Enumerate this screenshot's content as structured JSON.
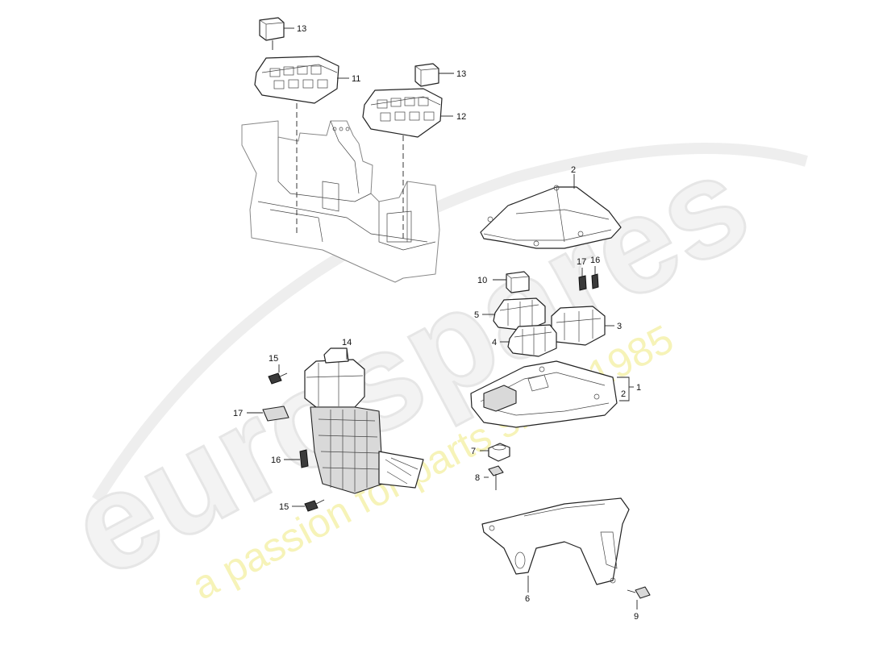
{
  "watermark": {
    "logo_text": "eurospares",
    "tagline": "a passion for parts since 1985"
  },
  "callouts": [
    "13",
    "11",
    "13",
    "12",
    "2",
    "17",
    "16",
    "10",
    "5",
    "3",
    "4",
    "2",
    "1",
    "14",
    "15",
    "17",
    "16",
    "15",
    "7",
    "8",
    "6",
    "9"
  ],
  "colors": {
    "line": "#222222",
    "watermark_logo": "#e6e6e6",
    "watermark_tagline": "#f6f3b8"
  }
}
